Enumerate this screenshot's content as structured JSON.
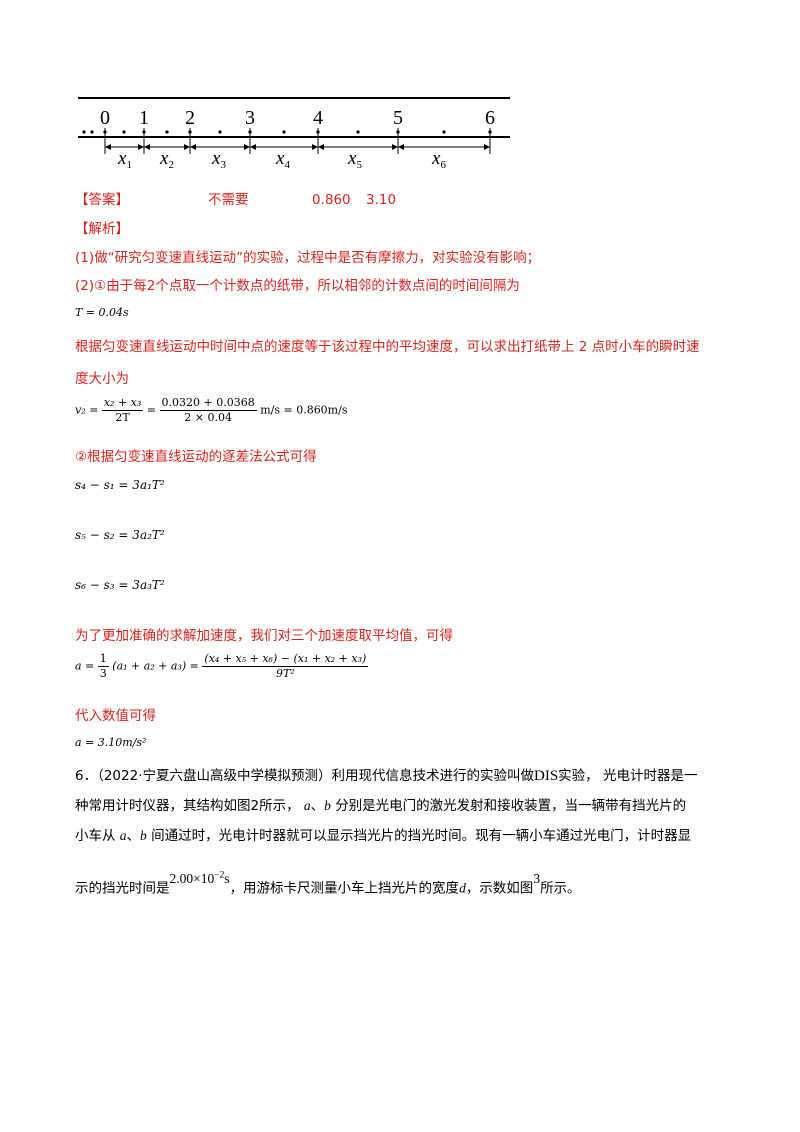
{
  "tape": {
    "point_labels": [
      "0",
      "1",
      "2",
      "3",
      "4",
      "5",
      "6"
    ],
    "segment_labels": [
      {
        "var": "x",
        "sub": "1"
      },
      {
        "var": "x",
        "sub": "2"
      },
      {
        "var": "x",
        "sub": "3"
      },
      {
        "var": "x",
        "sub": "4"
      },
      {
        "var": "x",
        "sub": "5"
      },
      {
        "var": "x",
        "sub": "6"
      }
    ]
  },
  "answer": {
    "label": "【答案】",
    "values": [
      "不需要",
      "0.860",
      "3.10"
    ]
  },
  "analysis": {
    "label": "【解析】",
    "line1": "(1)做“研究匀变速直线运动”的实验，过程中是否有摩擦力，对实验没有影响；",
    "line2": "(2)①由于每2个点取一个计数点的纸带，所以相邻的计数点间的时间间隔为",
    "eq_T": "T = 0.04s",
    "para3a": "根据匀变速直线运动中时间中点的速度等于该过程中的平均速度，可以求出打纸带上 2 点时小车的瞬时速",
    "para3b": "度大小为",
    "eq_v": {
      "lhs": "v₂ =",
      "num1": "x₂ + x₃",
      "den1": "2T",
      "eq": "=",
      "num2": "0.0320 + 0.0368",
      "den2": "2 × 0.04",
      "tail": "m/s = 0.860m/s"
    },
    "line4": "②根据匀变速直线运动的逐差法公式可得",
    "eq_s1": "s₄ − s₁ = 3a₁T²",
    "eq_s2": "s₅ − s₂ = 3a₂T²",
    "eq_s3": "s₆ − s₃ = 3a₃T²",
    "line5": "为了更加准确的求解加速度，我们对三个加速度取平均值，可得",
    "eq_a": {
      "lhs": "a =",
      "frac_num": "1",
      "frac_den": "3",
      "mid": "(a₁ + a₂ + a₃) =",
      "num": "(x₄ + x₅ + x₆) − (x₁ + x₂ + x₃)",
      "den": "9T²"
    },
    "line6": "代入数值可得",
    "eq_final": "a = 3.10m/s²"
  },
  "question6": {
    "l1a": "6．（2022·宁夏六盘山高级中学模拟预测）利用现代信息技术进行的实验叫做",
    "dis": "DIS",
    "l1b": "实验，  光电计时器是一",
    "l2a": "种常用计时仪器，其结构如图2所示，",
    "a": "a",
    "sep": "、",
    "b": "b",
    "l2b": "分别是光电门的激光发射和接收装置，当一辆带有挡光片的",
    "l3a": "小车从",
    "l3b": "间通过时，光电计时器就可以显示挡光片的挡光时间。现有一辆小车通过光电门，计时器显",
    "l4a": "示的挡光时间是",
    "time_base": "2.00×10",
    "time_exp": "−2",
    "time_unit": "s",
    "l4b": "，用游标卡尺测量小车上挡光片的宽度",
    "d": "d",
    "l4c": "，示数如图",
    "fig_num": "3",
    "l4d": "所示。"
  }
}
